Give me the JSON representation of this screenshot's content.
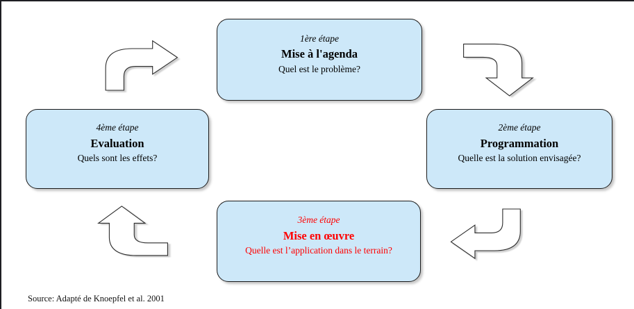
{
  "page": {
    "source_note": "Source: Adapté de Knoepfel et al. 2001"
  },
  "colors": {
    "box_fill": "#cde8f9",
    "box_border": "#1a1a1a",
    "frame_border": "#1f1f23",
    "text_default": "#000000",
    "text_highlight": "#ff0000",
    "arrow_fill": "#ffffff",
    "arrow_outline": "#2b2b2b"
  },
  "diagram": {
    "steps": [
      {
        "id": "step-1",
        "position": "top",
        "stage": "1ère étape",
        "title": "Mise à l'agenda",
        "question": "Quel est le problème?",
        "color": "#000000"
      },
      {
        "id": "step-2",
        "position": "right",
        "stage": "2ème étape",
        "title": "Programmation",
        "question": "Quelle est la solution envisagée?",
        "color": "#000000"
      },
      {
        "id": "step-3",
        "position": "bottom",
        "stage": "3ème étape",
        "title": "Mise en œuvre",
        "question": "Quelle est l’application dans le terrain?",
        "color": "#ff0000"
      },
      {
        "id": "step-4",
        "position": "left",
        "stage": "4ème étape",
        "title": "Evaluation",
        "question": "Quels sont les effets?",
        "color": "#000000"
      }
    ],
    "arrows": [
      {
        "name": "arrow-step4-to-step1",
        "direction": "up-then-right"
      },
      {
        "name": "arrow-step1-to-step2",
        "direction": "right-then-down"
      },
      {
        "name": "arrow-step2-to-step3",
        "direction": "down-then-left"
      },
      {
        "name": "arrow-step3-to-step4",
        "direction": "left-then-up"
      }
    ]
  }
}
